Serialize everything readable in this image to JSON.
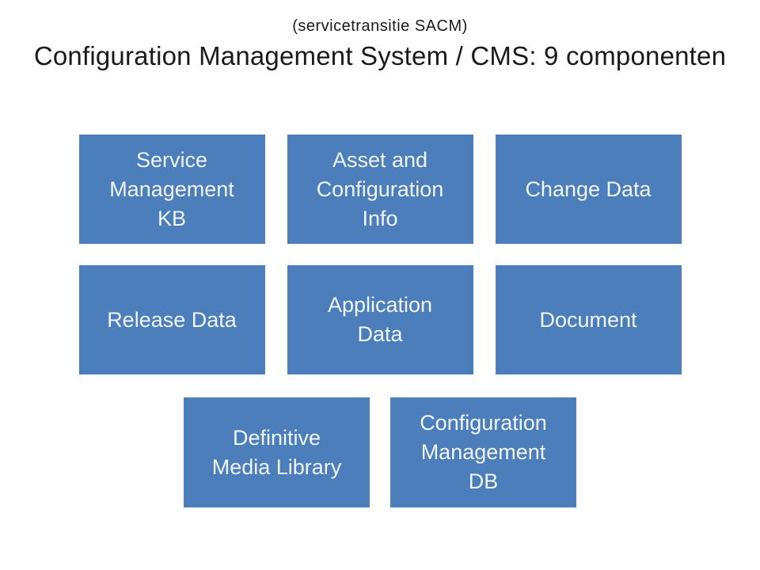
{
  "subtitle": "(servicetransitie SACM)",
  "title": "Configuration Management System / CMS: 9 componenten",
  "colors": {
    "background": "#ffffff",
    "title_text": "#1a1a1a",
    "box_fill": "#4b7ebb",
    "box_text": "#f0f5fa"
  },
  "boxes": [
    {
      "label": "Service\nManagement\nKB"
    },
    {
      "label": "Asset and\nConfiguration\nInfo"
    },
    {
      "label": "Change Data"
    },
    {
      "label": "Release Data"
    },
    {
      "label": "Application\nData"
    },
    {
      "label": "Document"
    },
    {
      "label": "Definitive\nMedia Library"
    },
    {
      "label": "Configuration\nManagement\nDB"
    }
  ]
}
